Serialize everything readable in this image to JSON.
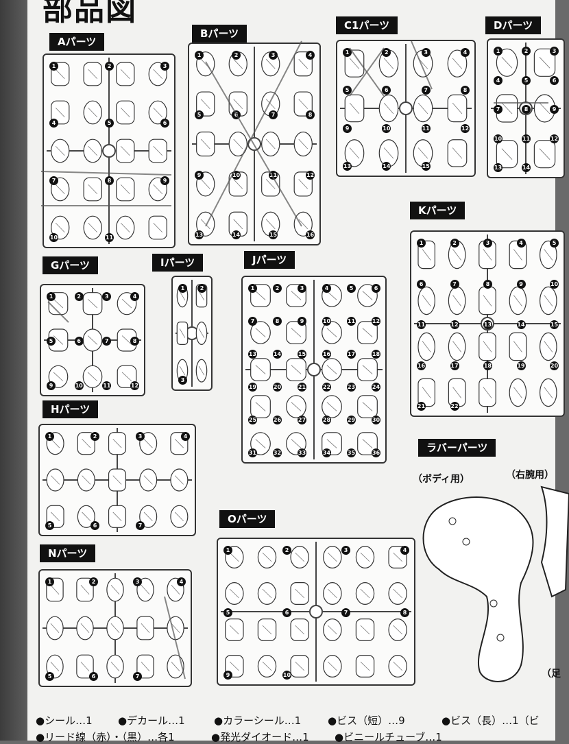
{
  "title": "部品図",
  "sections": [
    {
      "key": "A",
      "label": "Aパーツ",
      "nums": [
        "1",
        "2",
        "3",
        "4",
        "5",
        "6",
        "7",
        "8",
        "9",
        "10",
        "11"
      ]
    },
    {
      "key": "B",
      "label": "Bパーツ",
      "nums": [
        "1",
        "2",
        "3",
        "4",
        "5",
        "6",
        "7",
        "8",
        "9",
        "10",
        "11",
        "12",
        "13",
        "14",
        "15",
        "16"
      ]
    },
    {
      "key": "C1",
      "label": "C1パーツ",
      "nums": [
        "1",
        "2",
        "3",
        "4",
        "5",
        "6",
        "7",
        "8",
        "9",
        "10",
        "11",
        "12",
        "13",
        "14",
        "15"
      ]
    },
    {
      "key": "D",
      "label": "Dパーツ",
      "nums": [
        "1",
        "2",
        "3",
        "4",
        "5",
        "6",
        "7",
        "8",
        "9",
        "10",
        "11",
        "12",
        "13",
        "14"
      ]
    },
    {
      "key": "G",
      "label": "Gパーツ",
      "nums": [
        "1",
        "2",
        "3",
        "4",
        "5",
        "6",
        "7",
        "8",
        "9",
        "10",
        "11",
        "12"
      ]
    },
    {
      "key": "I",
      "label": "Ⅰパーツ",
      "nums": [
        "1",
        "2",
        "3"
      ]
    },
    {
      "key": "J",
      "label": "Jパーツ",
      "nums": [
        "1",
        "2",
        "3",
        "4",
        "5",
        "6",
        "7",
        "8",
        "9",
        "10",
        "11",
        "12",
        "13",
        "14",
        "15",
        "16",
        "17",
        "18",
        "19",
        "20",
        "21",
        "22",
        "23",
        "24",
        "25",
        "26",
        "27",
        "28",
        "29",
        "30",
        "31",
        "32",
        "33",
        "34",
        "35",
        "36"
      ]
    },
    {
      "key": "K",
      "label": "Kパーツ",
      "nums": [
        "1",
        "2",
        "3",
        "4",
        "5",
        "6",
        "7",
        "8",
        "9",
        "10",
        "11",
        "12",
        "13",
        "14",
        "15",
        "16",
        "17",
        "18",
        "19",
        "20",
        "21",
        "22"
      ]
    },
    {
      "key": "H",
      "label": "Hパーツ",
      "nums": [
        "1",
        "2",
        "3",
        "4",
        "5",
        "6",
        "7"
      ]
    },
    {
      "key": "N",
      "label": "Nパーツ",
      "nums": [
        "1",
        "2",
        "3",
        "4",
        "5",
        "6",
        "7"
      ]
    },
    {
      "key": "O",
      "label": "Oパーツ",
      "nums": [
        "1",
        "2",
        "3",
        "4",
        "5",
        "6",
        "7",
        "8",
        "9",
        "10"
      ]
    },
    {
      "key": "R",
      "label": "ラバーパーツ",
      "nums": []
    }
  ],
  "rubber": {
    "body_label": "（ボディ用）",
    "arm_label": "（右腕用）",
    "foot_label": "（足"
  },
  "accessories": {
    "line1": [
      "●シール…1",
      "●デカール…1",
      "●カラーシール…1",
      "●ビス（短）…9",
      "●ビス（長）…1（ビ"
    ],
    "line2": [
      "●リード線（赤）・（黒）…各1",
      "●発光ダイオード…1",
      "●ビニールチューブ…1"
    ]
  }
}
